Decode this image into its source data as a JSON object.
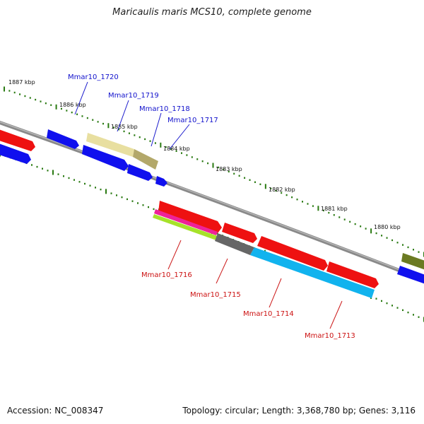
{
  "title": "Maricaulis maris MCS10, complete genome",
  "footer": {
    "accession": "Accession: NC_008347",
    "topology": "Topology: circular; Length: 3,368,780 bp; Genes: 3,116"
  },
  "ticks_outer": [
    "1887 kbp",
    "1886 kbp",
    "1885 kbp",
    "1884 kbp",
    "1883 kbp",
    "1882 kbp",
    "1881 kbp",
    "1880 kbp"
  ],
  "genes_forward": [
    "Mmar10_1720",
    "Mmar10_1719",
    "Mmar10_1718",
    "Mmar10_1717"
  ],
  "genes_reverse": [
    "Mmar10_1716",
    "Mmar10_1715",
    "Mmar10_1714",
    "Mmar10_1713"
  ],
  "colors": {
    "backbone": "#777777",
    "tick": "#2a7a12",
    "forward_blue": "#1010ee",
    "reverse_red": "#ee1111",
    "pale_yellow": "#e8dfa0",
    "olive": "#b3a86a",
    "magenta": "#ee2299",
    "yellow_green": "#a6e22a",
    "gray": "#666666",
    "cyan": "#11b3ee",
    "dark_olive": "#6b7a22"
  }
}
